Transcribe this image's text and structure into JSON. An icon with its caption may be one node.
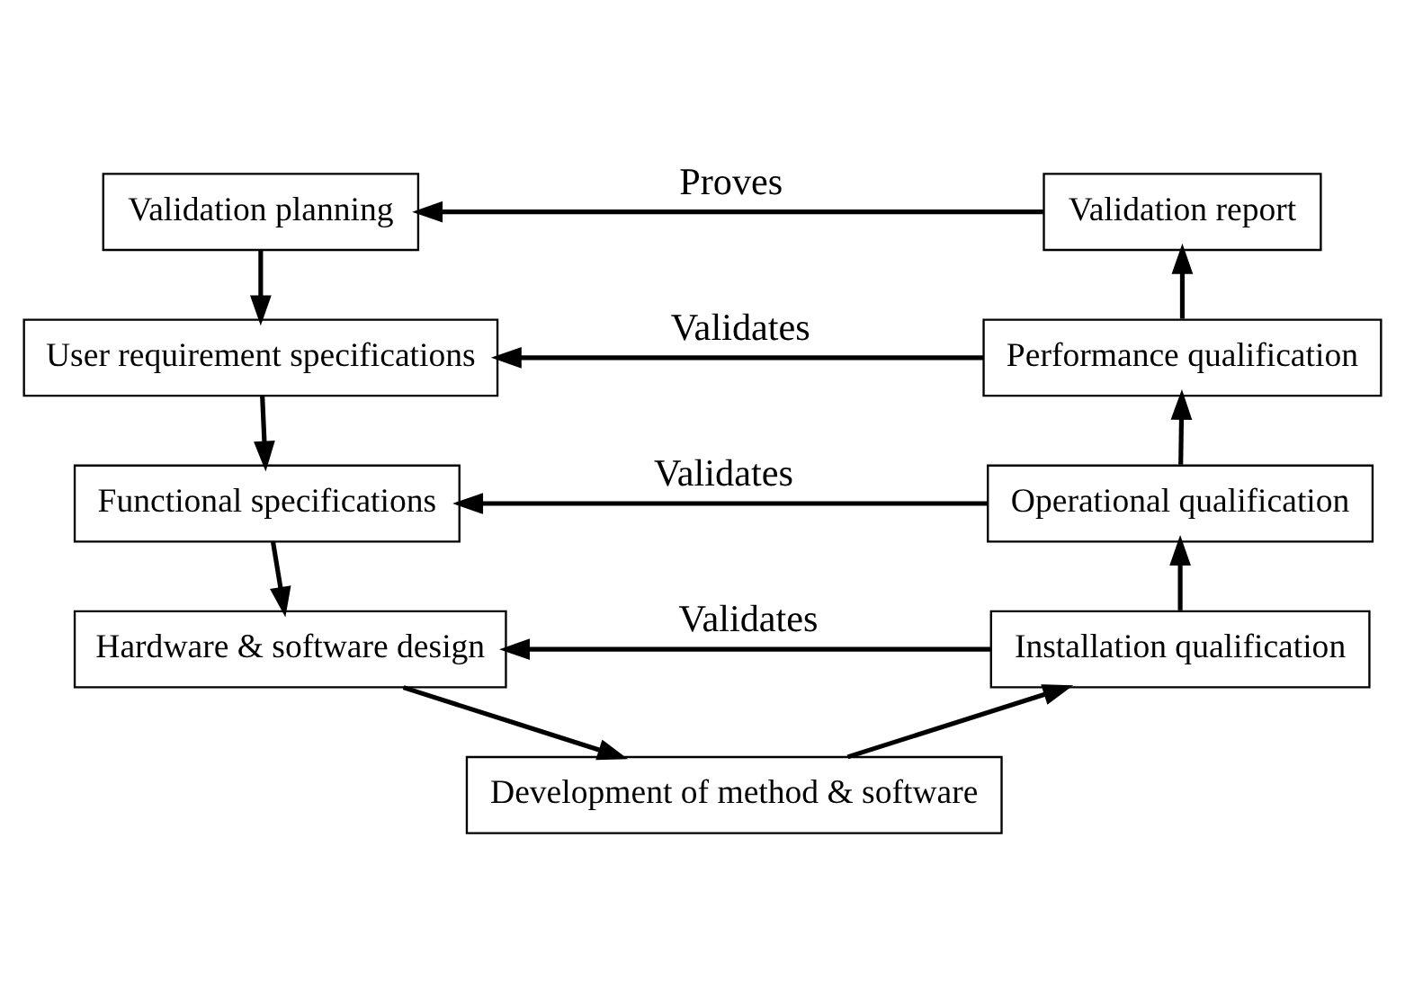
{
  "diagram": {
    "nodes": [
      {
        "text": [
          "Validation planning"
        ]
      },
      {
        "text": [
          "User requirement specifications"
        ]
      },
      {
        "text": [
          "Functional specifications"
        ]
      },
      {
        "text": [
          "Hardware & software design"
        ]
      },
      {
        "text": [
          "Development of method & software"
        ]
      },
      {
        "text": [
          "Installation qualification"
        ]
      },
      {
        "text": [
          "Operational qualification"
        ]
      },
      {
        "text": [
          "Performance qualification"
        ]
      },
      {
        "text": [
          "Validation report"
        ]
      }
    ],
    "edges": [
      {
        "from": 0,
        "to": 1,
        "arrow": "to"
      },
      {
        "from": 1,
        "to": 2,
        "arrow": "to"
      },
      {
        "from": 2,
        "to": 3,
        "arrow": "to"
      },
      {
        "from": 3,
        "to": 4,
        "arrow": "to"
      },
      {
        "from": 4,
        "to": 5,
        "arrow": "to"
      },
      {
        "from": 5,
        "to": 6,
        "arrow": "to"
      },
      {
        "from": 6,
        "to": 7,
        "arrow": "to"
      },
      {
        "from": 7,
        "to": 8,
        "arrow": "to"
      },
      {
        "from": 8,
        "to": 0,
        "arrow": "to",
        "label": "Proves"
      },
      {
        "from": 7,
        "to": 1,
        "arrow": "to",
        "label": "Validates"
      },
      {
        "from": 6,
        "to": 2,
        "arrow": "to",
        "label": "Validates"
      },
      {
        "from": 5,
        "to": 3,
        "arrow": "to",
        "label": "Validates"
      }
    ]
  }
}
